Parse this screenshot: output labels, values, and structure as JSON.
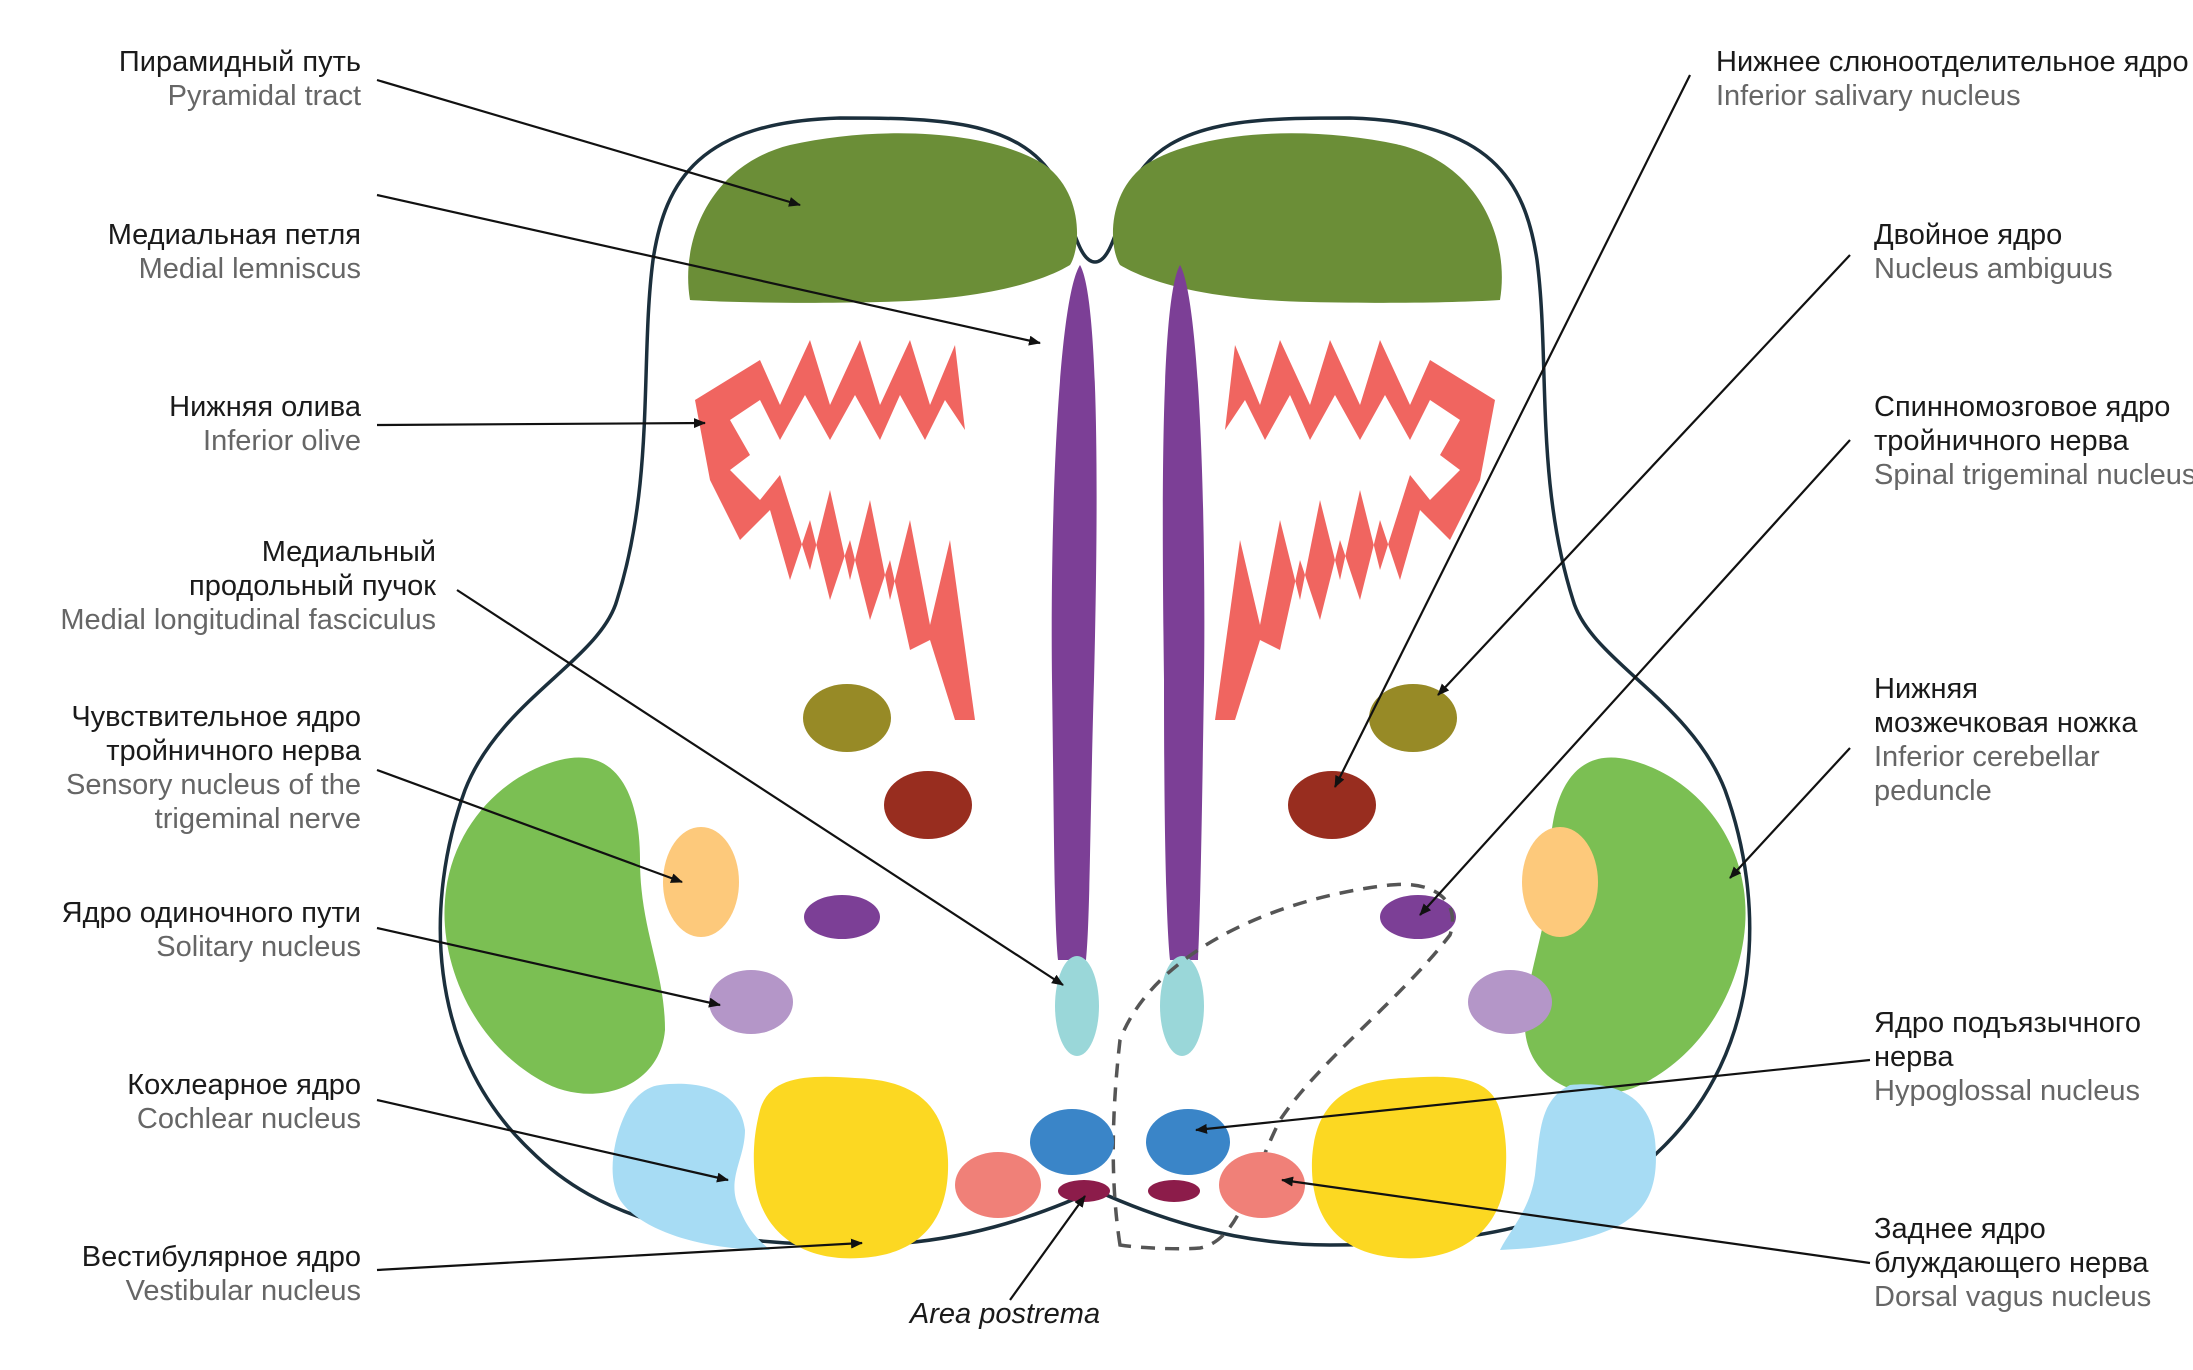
{
  "labels": {
    "pyramidal": {
      "ru": "Пирамидный путь",
      "en": "Pyramidal tract"
    },
    "medial_lemniscus": {
      "ru": "Медиальная петля",
      "en": "Medial lemniscus"
    },
    "inferior_olive": {
      "ru": "Нижняя олива",
      "en": "Inferior olive"
    },
    "mlf": {
      "ru": [
        "Медиальный",
        "продольный пучок"
      ],
      "en": "Medial longitudinal fasciculus"
    },
    "sensory_trigeminal": {
      "ru": [
        "Чувствительное ядро",
        "тройничного нерва"
      ],
      "en": [
        "Sensory nucleus of the",
        "trigeminal nerve"
      ]
    },
    "solitary": {
      "ru": "Ядро одиночного пути",
      "en": "Solitary nucleus"
    },
    "cochlear": {
      "ru": "Кохлеарное ядро",
      "en": "Cochlear nucleus"
    },
    "vestibular": {
      "ru": "Вестибулярное ядро",
      "en": "Vestibular nucleus"
    },
    "inferior_salivary": {
      "ru": "Нижнее слюноотделительное ядро",
      "en": "Inferior salivary nucleus"
    },
    "ambiguus": {
      "ru": "Двойное ядро",
      "en": "Nucleus ambiguus"
    },
    "spinal_trigeminal": {
      "ru": [
        "Спинномозговое ядро",
        "тройничного нерва"
      ],
      "en": "Spinal trigeminal nucleus"
    },
    "icp": {
      "ru": [
        "Нижняя",
        "мозжечковая ножка"
      ],
      "en": [
        "Inferior cerebellar",
        "peduncle"
      ]
    },
    "hypoglossal": {
      "ru": [
        "Ядро подъязычного",
        "нерва"
      ],
      "en": "Hypoglossal nucleus"
    },
    "dorsal_vagus": {
      "ru": [
        "Заднее ядро",
        "блуждающего нерва"
      ],
      "en": "Dorsal vagus nucleus"
    },
    "area_postrema": "Area postrema"
  },
  "colors": {
    "outline": "#1b2f3c",
    "pyramidal": "#6b8e37",
    "lemniscus": "#7c3f96",
    "olive": "#f06560",
    "ambiguus": "#978a26",
    "salivary": "#982d1f",
    "sensory_trigeminal": "#fdc97b",
    "spinal_trigeminal_violet": "#7c3f96",
    "solitary": "#b496c8",
    "icp": "#7bbf53",
    "mlf": "#9ad7d9",
    "hypoglossal": "#3a85c8",
    "vagus": "#f08078",
    "area_postrema": "#8c1c4a",
    "vestibular": "#fcd822",
    "cochlear": "#a7dcf4"
  }
}
